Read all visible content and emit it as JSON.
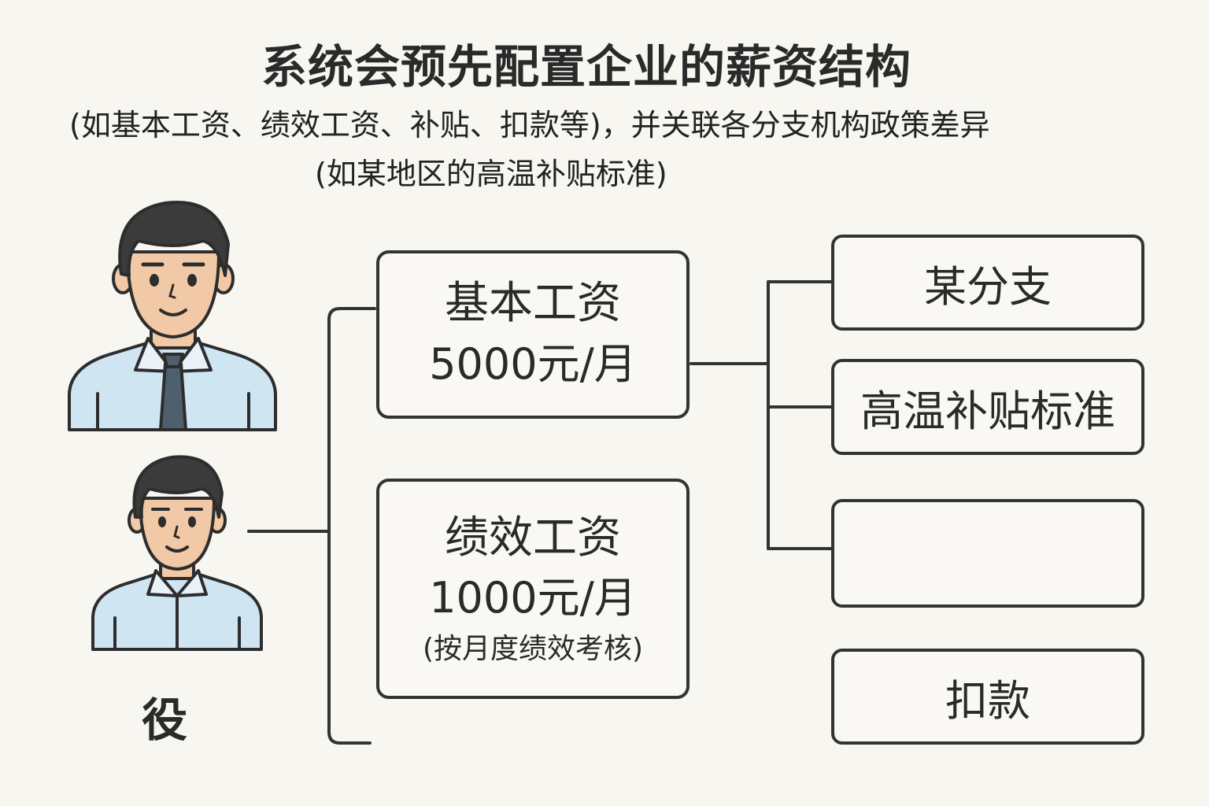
{
  "title": "系统会预先配置企业的薪资结构",
  "subtitle_line1": "(如基本工资、绩效工资、补贴、扣款等)，并关联各分支机构政策差异",
  "subtitle_line2": "(如某地区的高温补贴标准)",
  "salary_items": [
    {
      "name": "基本工资",
      "amount": "5000元/月"
    },
    {
      "name": "绩效工资",
      "amount": "1000元/月",
      "note": "(按月度绩效考核)"
    }
  ],
  "policy_items": [
    {
      "label": "某分支"
    },
    {
      "label": "高温补贴标准"
    },
    {
      "label": ""
    },
    {
      "label": "扣款"
    }
  ],
  "employee_label": "役",
  "icons": [
    "manager-avatar-icon",
    "employee-avatar-icon"
  ],
  "colors": {
    "background": "#f7f6f1",
    "line": "#333333",
    "shirt": "#cfe6f2",
    "skin": "#f2c9a6",
    "hair": "#3b3b3b",
    "tie": "#4f5f6e"
  }
}
